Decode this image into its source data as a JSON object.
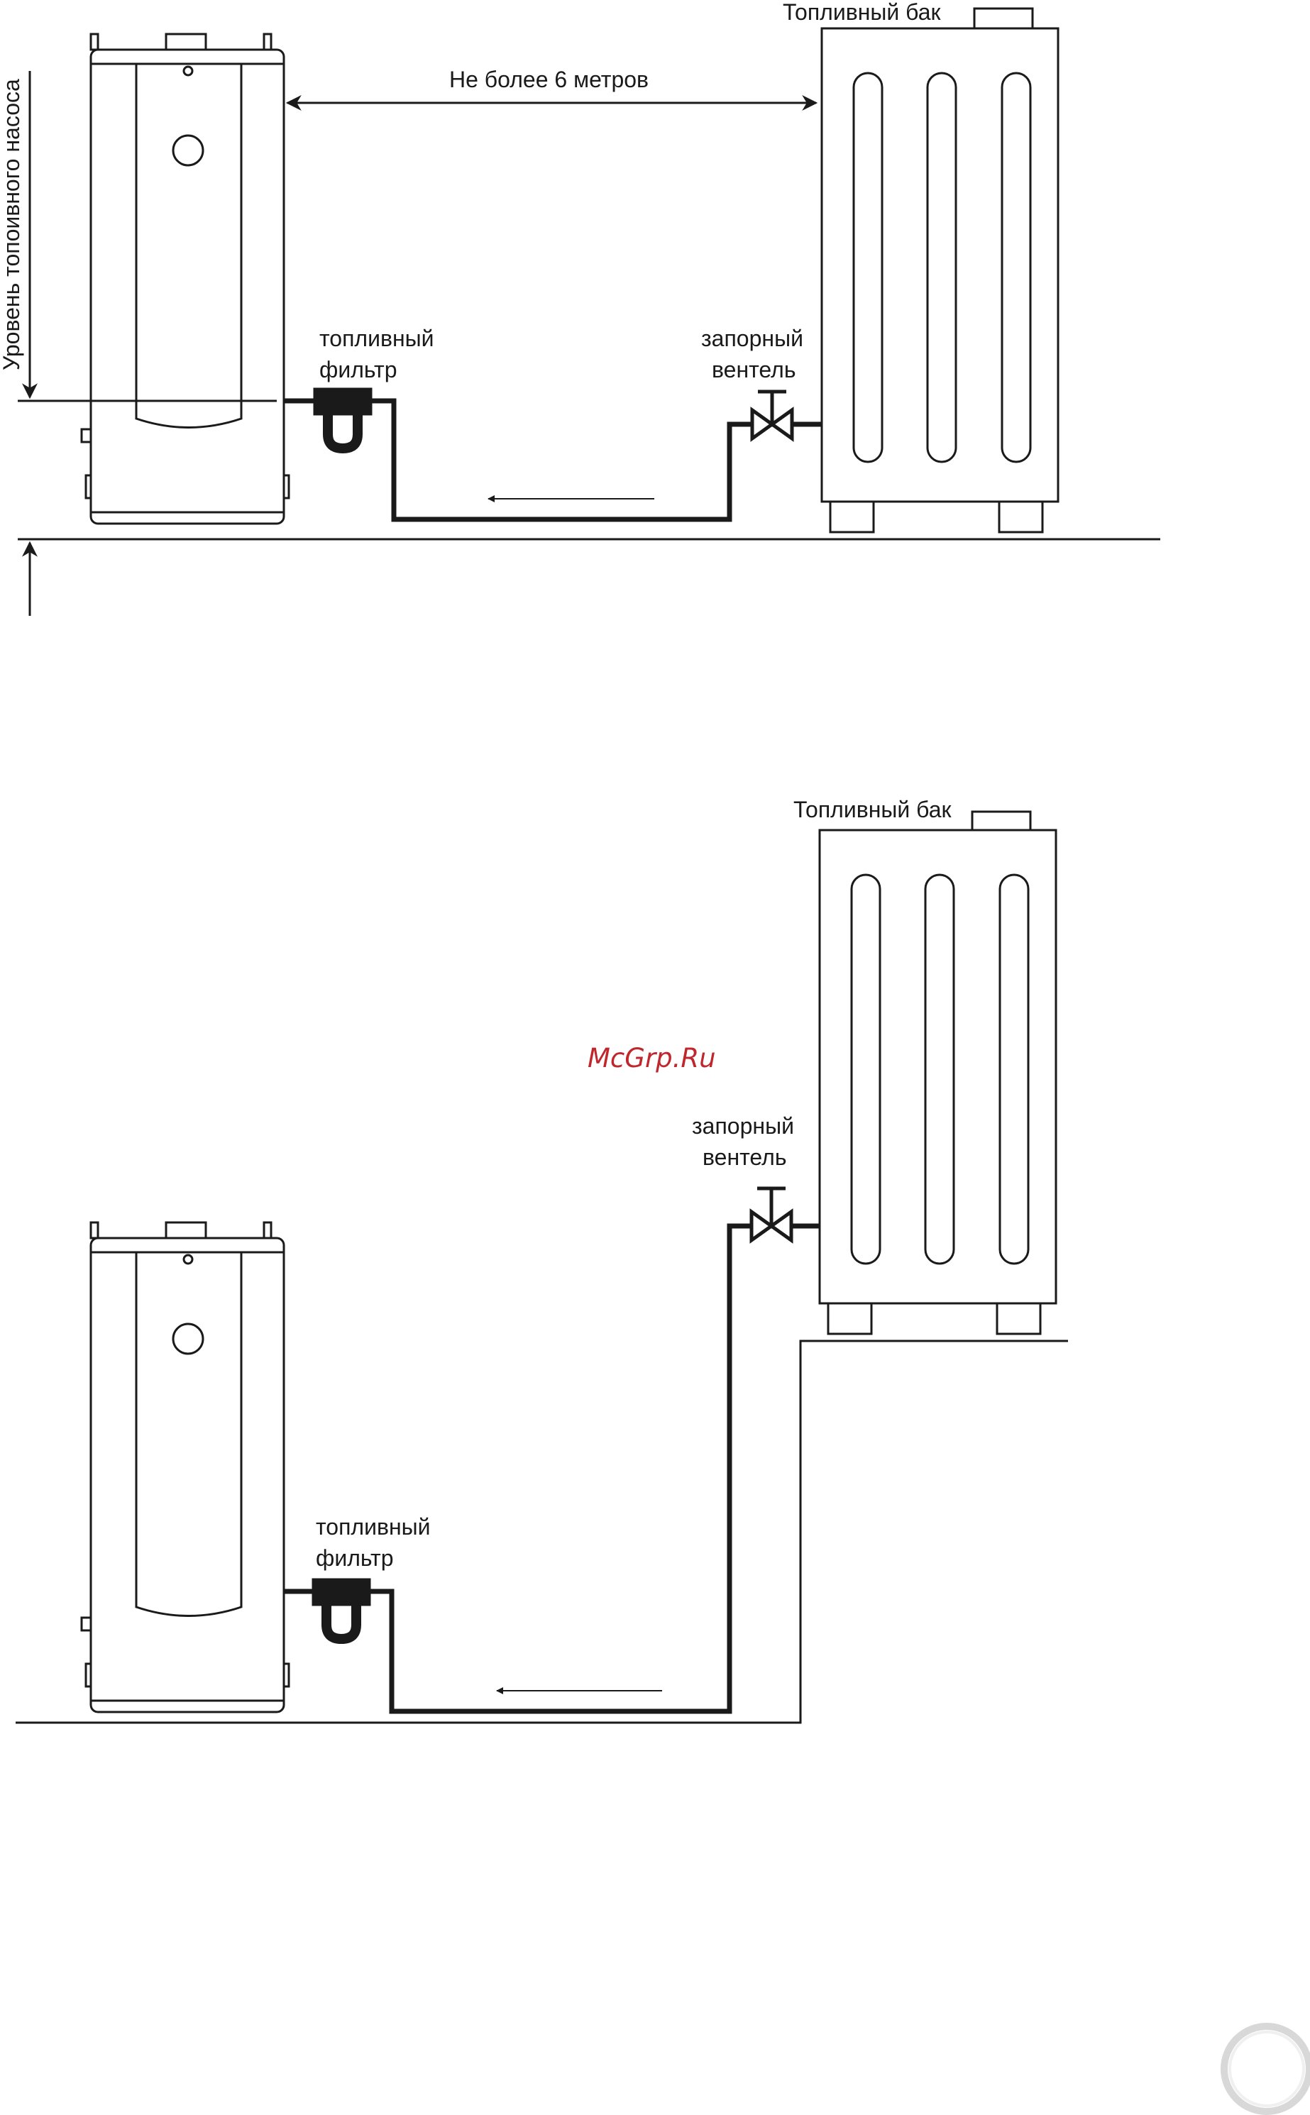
{
  "diagram1": {
    "level_label": "Уровень топоивного насоса",
    "distance_label": "Не  более 6 метров",
    "tank_label": "Топливный бак",
    "filter_label_line1": "топливный",
    "filter_label_line2": "фильтр",
    "valve_label_line1": "запорный",
    "valve_label_line2": "вентель"
  },
  "diagram2": {
    "tank_label": "Топливный бак",
    "filter_label_line1": "топливный",
    "filter_label_line2": "фильтр",
    "valve_label_line1": "запорный",
    "valve_label_line2": "вентель"
  },
  "watermark": "McGrp.Ru",
  "colors": {
    "line": "#1a1a1a",
    "watermark": "#c0272d",
    "page_corner": "#d8d8d8"
  }
}
